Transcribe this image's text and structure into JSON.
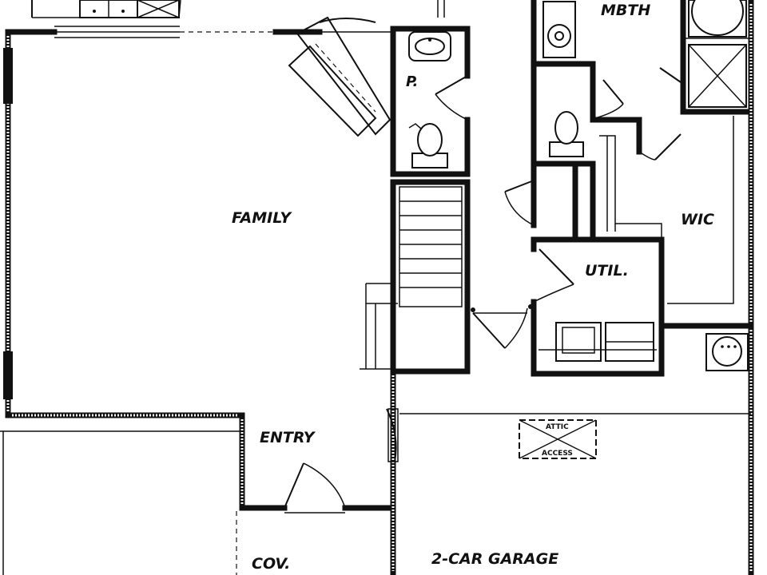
{
  "rooms": {
    "mbth": "MBTH",
    "powder": "P.",
    "family": "FAMILY",
    "wic": "WIC",
    "util": "UTIL.",
    "entry": "ENTRY",
    "attic_top": "ATTIC",
    "attic_bottom": "ACCESS",
    "covered": "COV.",
    "garage": "2-CAR GARAGE"
  }
}
